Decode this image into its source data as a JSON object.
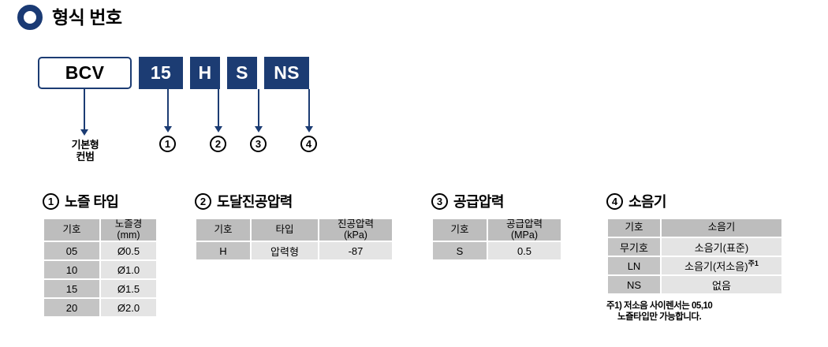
{
  "header": {
    "title": "형식 번호",
    "icon": "ring-icon"
  },
  "model_code": {
    "segments": [
      {
        "label": "BCV",
        "style": "outline"
      },
      {
        "label": "15",
        "style": "filled"
      },
      {
        "label": "H",
        "style": "filled"
      },
      {
        "label": "S",
        "style": "filled"
      },
      {
        "label": "NS",
        "style": "filled"
      }
    ],
    "base_label_line1": "기본형",
    "base_label_line2": "컨범",
    "callouts": [
      "1",
      "2",
      "3",
      "4"
    ]
  },
  "sections": [
    {
      "num": "1",
      "title": "노즐 타입",
      "headers": [
        "기호",
        "노즐경\n(mm)"
      ],
      "header_line1": [
        "기호",
        "노즐경"
      ],
      "header_line2": [
        "",
        "(mm)"
      ],
      "rows": [
        [
          "05",
          "Ø0.5"
        ],
        [
          "10",
          "Ø1.0"
        ],
        [
          "15",
          "Ø1.5"
        ],
        [
          "20",
          "Ø2.0"
        ]
      ]
    },
    {
      "num": "2",
      "title": "도달진공압력",
      "header_line1": [
        "기호",
        "타입",
        "진공압력"
      ],
      "header_line2": [
        "",
        "",
        "(kPa)"
      ],
      "rows": [
        [
          "H",
          "압력형",
          "-87"
        ]
      ]
    },
    {
      "num": "3",
      "title": "공급압력",
      "header_line1": [
        "기호",
        "공급압력"
      ],
      "header_line2": [
        "",
        "(MPa)"
      ],
      "rows": [
        [
          "S",
          "0.5"
        ]
      ]
    },
    {
      "num": "4",
      "title": "소음기",
      "header_line1": [
        "기호",
        "소음기"
      ],
      "header_line2": [
        "",
        ""
      ],
      "rows": [
        [
          "무기호",
          "소음기(표준)"
        ],
        [
          "LN",
          "소음기(저소음)",
          "주1"
        ],
        [
          "NS",
          "없음"
        ]
      ],
      "footnote_line1": "주1) 저소음 사이렌서는 05,10",
      "footnote_line2": "노즐타입만 가능합니다."
    }
  ],
  "colors": {
    "navy": "#1c3c73",
    "header_gray": "#bdbdbd",
    "key_gray": "#c4c4c4",
    "value_gray": "#e4e4e4"
  }
}
